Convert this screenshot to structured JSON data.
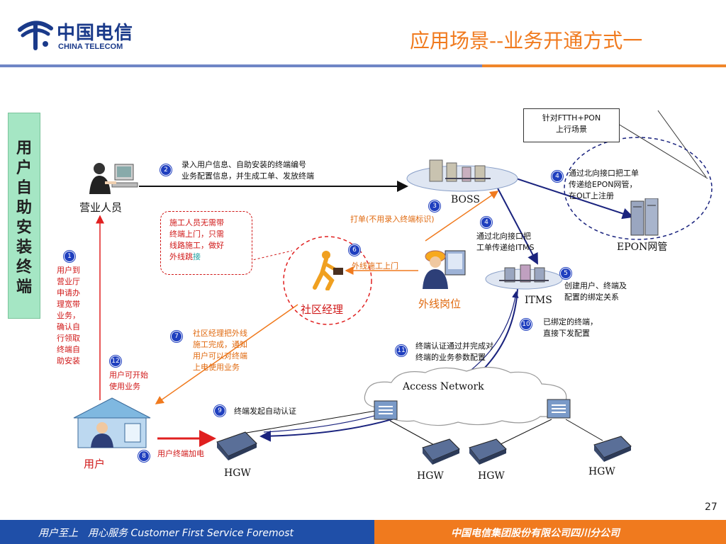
{
  "header": {
    "logo_cn": "中国电信",
    "logo_en": "CHINA TELECOM",
    "title": "应用场景--业务开通方式一"
  },
  "left_bar": {
    "chars": [
      "用",
      "户",
      "自",
      "助",
      "安",
      "装",
      "终",
      "端"
    ]
  },
  "nodes": {
    "sales": "营业人员",
    "boss": "BOSS",
    "epon": "EPON网管",
    "itms": "ITMS",
    "field": "外线岗位",
    "community": "社区经理",
    "user": "用户",
    "access_network": "Access Network",
    "hgw_main": "HGW",
    "hgw_1": "HGW",
    "hgw_2": "HGW",
    "hgw_3": "HGW"
  },
  "callouts": {
    "ftth_line1": "针对FTTH+PON",
    "ftth_line2": "上行场景",
    "note_line1": "施工人员无需带",
    "note_line2": "终端上门，只需",
    "note_line3": "线路施工，做好",
    "note_line4": "外线跳",
    "note_line4_end": "接"
  },
  "steps": [
    {
      "num": "1",
      "lines": [
        "用户到",
        "营业厅",
        "申请办",
        "理宽带",
        "业务，",
        "确认自",
        "行领取",
        "终端自",
        "助安装"
      ]
    },
    {
      "num": "2",
      "lines": [
        "录入用户信息、自助安装的终端编号",
        "业务配置信息，并生成工单、发放终端"
      ]
    },
    {
      "num": "3",
      "lines": [
        "打单(不用录入终端标识)"
      ]
    },
    {
      "num": "4",
      "lines": [
        "通过北向接口把工单",
        "传递给EPON网管，",
        "在OLT上注册"
      ]
    },
    {
      "num": "4",
      "lines": [
        "通过北向接口把",
        "工单传递给ITMS"
      ]
    },
    {
      "num": "5",
      "lines": [
        "创建用户、终端及",
        "配置的绑定关系"
      ]
    },
    {
      "num": "6",
      "lines": [
        "外线施工上门"
      ]
    },
    {
      "num": "7",
      "lines": [
        "社区经理把外线",
        "施工完成，通知",
        "用户可以对终端",
        "上电使用业务"
      ]
    },
    {
      "num": "8",
      "lines": [
        "用户终端加电"
      ]
    },
    {
      "num": "9",
      "lines": [
        "终端发起自动认证"
      ]
    },
    {
      "num": "10",
      "lines": [
        "已绑定的终端，",
        "直接下发配置"
      ]
    },
    {
      "num": "11",
      "lines": [
        "终端认证通过并完成对",
        "终端的业务参数配置"
      ]
    },
    {
      "num": "12",
      "lines": [
        "用户可开始",
        "使用业务"
      ]
    }
  ],
  "footer": {
    "page_number": "27",
    "slogan": "用户至上　用心服务 Customer First Service Foremost",
    "company": "中国电信集团股份有限公司四川分公司"
  },
  "colors": {
    "accent_orange": "#f07a1e",
    "brand_blue": "#1f4fa8",
    "step_blue": "#1f3fbf",
    "text_red": "#d01818"
  }
}
